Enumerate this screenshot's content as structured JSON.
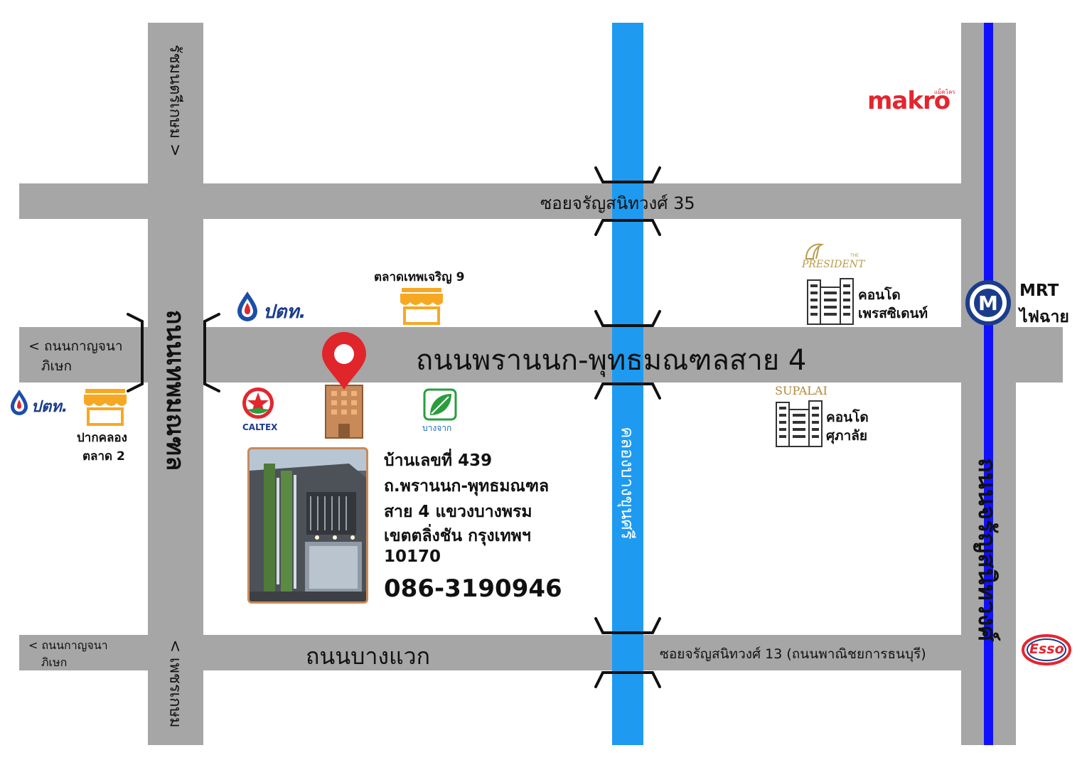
{
  "roads": {
    "top_road": "ซอยจรัญสนิทวงศ์ 35",
    "main_road": "ถนนพรานนก-พุทธมณฑลสาย 4",
    "bottom_road_left": "ถนนบางแวก",
    "bottom_road_right": "ซอยจรัญสนิทวงศ์ 13 (ถนนพาณิชยการธนบุรี)",
    "left_vertical_top": "รัชมนตรีเกษม >",
    "left_vertical_main": "ถนนเทพมณฑล",
    "left_vertical_bottom": "< เพชรเกษม",
    "right_vertical": "ถนนจรัญสนิทวงศ์",
    "canal": "คลองบางขุนศรี",
    "left_exit_top_line1": "< ถนนกาญจนา",
    "left_exit_top_line2": "ภิเษก",
    "left_exit_bottom_line1": "< ถนนกาญจนา",
    "left_exit_bottom_line2": "ภิเษก"
  },
  "landmarks": {
    "market_top": "ตลาดเทพเจริญ 9",
    "market_left_line1": "ปากคลอง",
    "market_left_line2": "ตลาด 2",
    "condo_president_line1": "คอนโด",
    "condo_president_line2": "เพรสซิเดนท์",
    "condo_supalai_line1": "คอนโด",
    "condo_supalai_line2": "ศุภาลัย",
    "mrt_line1": "MRT",
    "mrt_line2": "ไฟฉาย",
    "mrt_badge": "M"
  },
  "logos": {
    "makro": "makro",
    "makro_small": "แม็คโคร",
    "ptt": "ปตท.",
    "caltex": "CALTEX",
    "bangchak": "บางจาก",
    "president": "PRESIDENT",
    "president_small": "THE",
    "supalai": "SUPALAI",
    "esso": "Esso"
  },
  "address": {
    "line1": "บ้านเลขที่ 439",
    "line2": "ถ.พรานนก-พุทธมณฑล",
    "line3": "สาย 4 แขวงบางพรม",
    "line4": "เขตตลิ่งชัน กรุงเทพฯ",
    "line5": "10170",
    "phone": "086-3190946"
  },
  "colors": {
    "road": "#a6a6a6",
    "canal": "#1e9bf0",
    "mrt": "#1010ff",
    "pin": "#e0252b",
    "market": "#f7a823",
    "building": "#c98a5a"
  }
}
